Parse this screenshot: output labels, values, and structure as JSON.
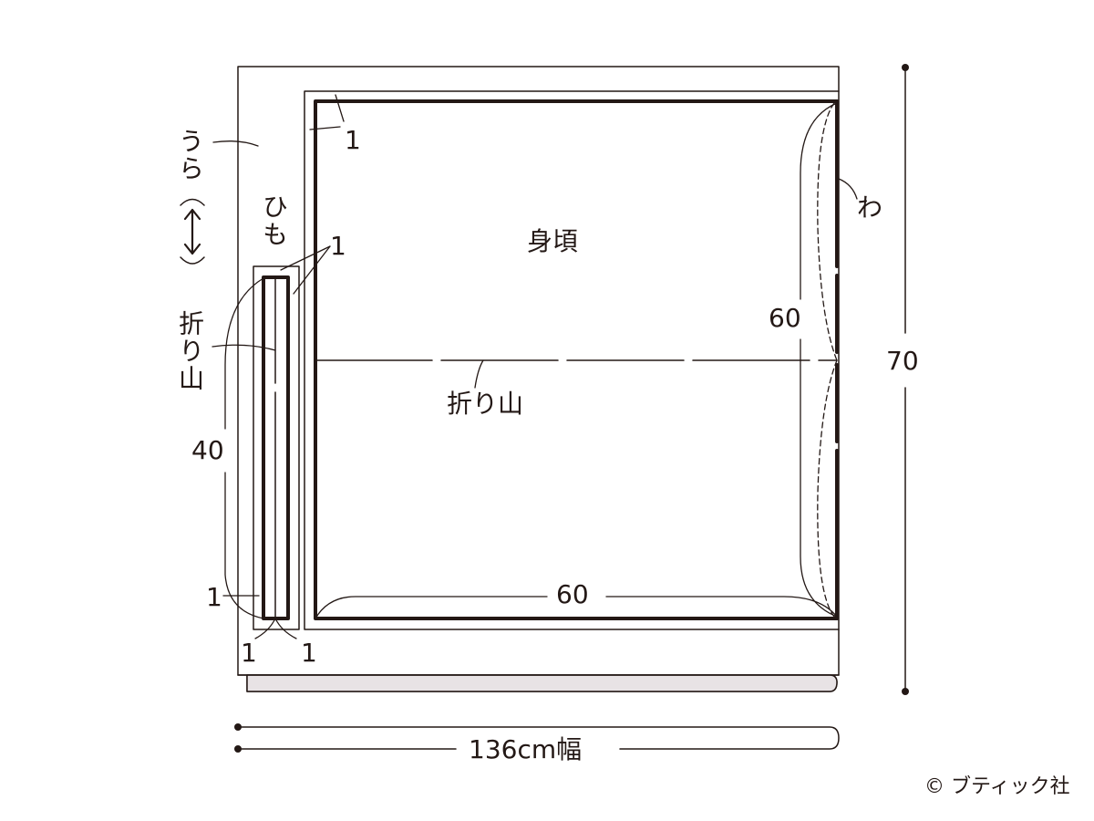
{
  "diagram": {
    "title": "身頃",
    "colors": {
      "line": "#231815",
      "selvage_fill": "#e8e3e5",
      "background": "#ffffff"
    },
    "fabric": {
      "width_label": "136cm幅",
      "height_label": "70",
      "side_label": "うら",
      "grain_symbol": "(↕)"
    },
    "main_piece": {
      "name": "身頃",
      "width_label": "60",
      "height_label": "60",
      "fold_label": "折り山",
      "wa_label": "わ",
      "seam_allowance_top": "1"
    },
    "strap_piece": {
      "name": "ひも",
      "fold_label": "折り山",
      "length_label": "40",
      "seam_allowance_side": "1",
      "seam_allowance_bottom_left": "1",
      "seam_allowance_bottom_right": "1",
      "seam_allowance_top": "1"
    },
    "copyright": "© ブティック社"
  }
}
